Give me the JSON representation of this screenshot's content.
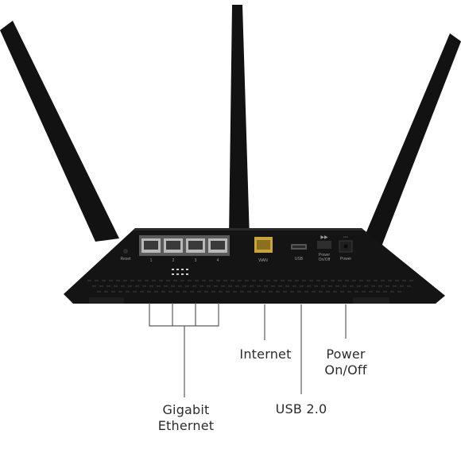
{
  "callouts": {
    "gigabit_ethernet_line1": "Gigabit",
    "gigabit_ethernet_line2": "Ethernet",
    "internet": "Internet",
    "usb": "USB 2.0",
    "power_line1": "Power",
    "power_line2": "On/Off"
  },
  "panel_labels": {
    "reset": "Reset",
    "lan_ports": [
      "1",
      "2",
      "3",
      "4"
    ],
    "wan": "WAN",
    "usb": "USB",
    "power_switch_line1": "Power",
    "power_switch_line2": "On/Off",
    "power": "Power"
  },
  "colors": {
    "router_body": "#141414",
    "background": "#ffffff",
    "wan_port": "#c9a43c",
    "lan_port": "#b8b8b8",
    "callout_line": "#5a5a5a"
  }
}
